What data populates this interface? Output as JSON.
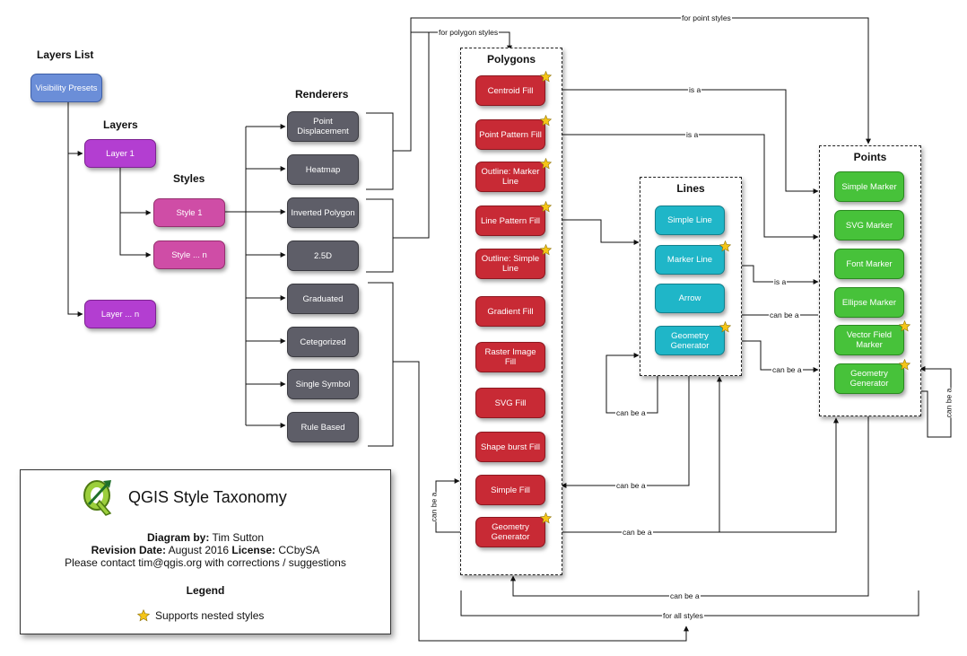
{
  "headings": {
    "layers_list": "Layers List",
    "layers": "Layers",
    "styles": "Styles",
    "renderers": "Renderers"
  },
  "nodes": {
    "visibility_presets": "Visibility Presets",
    "layer_1": "Layer 1",
    "layer_n": "Layer ... n",
    "style_1": "Style 1",
    "style_n": "Style ... n",
    "renderers": [
      "Point Displacement",
      "Heatmap",
      "Inverted Polygon",
      "2.5D",
      "Graduated",
      "Cetegorized",
      "Single Symbol",
      "Rule Based"
    ]
  },
  "groups": {
    "polygons": {
      "title": "Polygons",
      "items": [
        "Centroid Fill",
        "Point Pattern Fill",
        "Outline: Marker Line",
        "Line Pattern Fill",
        "Outline: Simple Line",
        "Gradient Fill",
        "Raster Image Fill",
        "SVG Fill",
        "Shape burst Fill",
        "Simple Fill",
        "Geometry Generator"
      ]
    },
    "lines": {
      "title": "Lines",
      "items": [
        "Simple Line",
        "Marker Line",
        "Arrow",
        "Geometry Generator"
      ]
    },
    "points": {
      "title": "Points",
      "items": [
        "Simple Marker",
        "SVG Marker",
        "Font Marker",
        "Ellipse Marker",
        "Vector Field Marker",
        "Geometry Generator"
      ]
    }
  },
  "edge_labels": {
    "for_point_styles": "for point styles",
    "for_polygon_styles": "for polygon styles",
    "is_a": "is a",
    "can_be_a": "can be a",
    "for_all_styles": "for all styles"
  },
  "info": {
    "title": "QGIS Style Taxonomy",
    "diagram_by_label": "Diagram by:",
    "diagram_by": "Tim Sutton",
    "revision_label": "Revision Date:",
    "revision": "August 2016",
    "license_label": "License:",
    "license": "CCbySA",
    "contact": "Please contact tim@qgis.org with corrections / suggestions",
    "legend_title": "Legend",
    "legend_item": "Supports nested styles"
  },
  "colors": {
    "presets": "#6b8ed8",
    "layers": "#b33ed1",
    "styles": "#cf4da6",
    "renderers": "#5e5e68",
    "polygons": "#c82a35",
    "lines": "#1fb6c8",
    "points": "#47c23a",
    "star": "#f5c518"
  }
}
